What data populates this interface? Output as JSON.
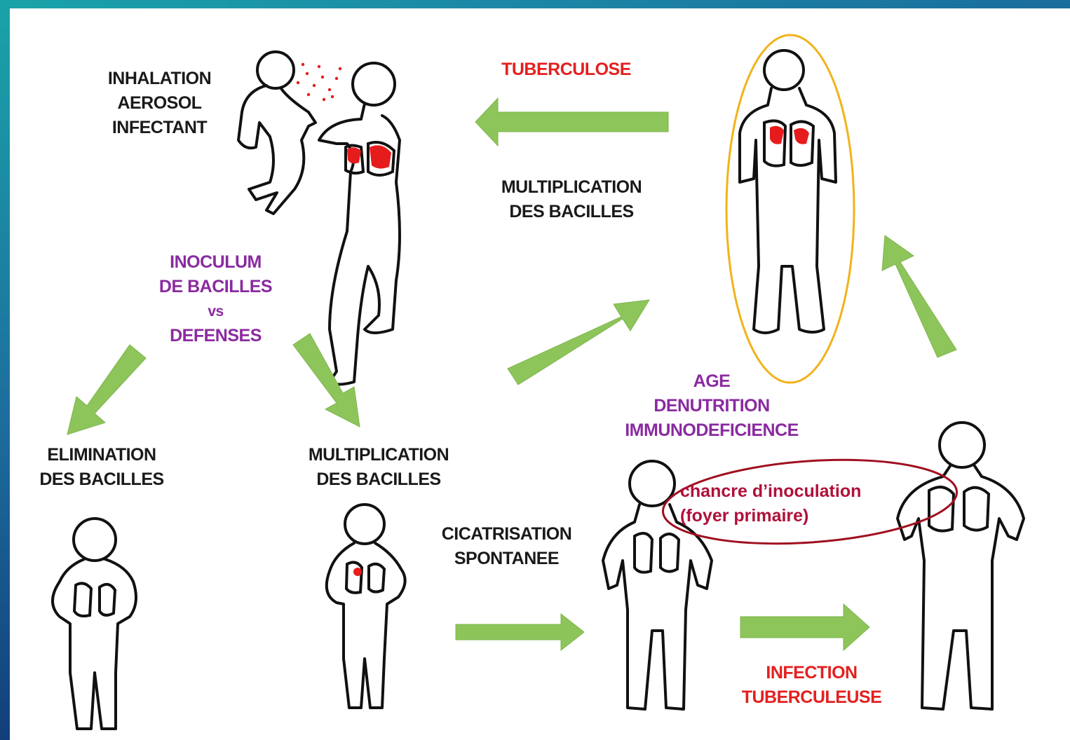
{
  "frame": {
    "accent_top": "#1aa3a8",
    "accent_bottom": "#123f7a"
  },
  "labels": {
    "inhalation": [
      "INHALATION",
      "AEROSOL",
      "INFECTANT"
    ],
    "tuberculose": "TUBERCULOSE",
    "multiplication_top": [
      "MULTIPLICATION",
      "DES BACILLES"
    ],
    "inoculum": [
      "INOCULUM",
      "DE BACILLES",
      "vs",
      "DEFENSES"
    ],
    "elimination": [
      "ELIMINATION",
      "DES BACILLES"
    ],
    "multiplication_mid": [
      "MULTIPLICATION",
      "DES BACILLES"
    ],
    "cicatrisation": [
      "CICATRISATION",
      "SPONTANEE"
    ],
    "risk_factors": [
      "AGE",
      "DENUTRITION",
      "IMMUNODEFICIENCE"
    ],
    "chancre": [
      "chancre d’inoculation",
      "(foyer primaire)"
    ],
    "infection": [
      "INFECTION",
      "TUBERCULEUSE"
    ]
  },
  "colors": {
    "label_black": "#1a1a1a",
    "label_red": "#e32020",
    "label_purple": "#8a2aa0",
    "chancre_text": "#b0103a",
    "arrow_green": "#8dc55a",
    "highlight_orange": "#f2b21a",
    "highlight_darkred": "#a01020",
    "lesion_red": "#e61c1c"
  }
}
